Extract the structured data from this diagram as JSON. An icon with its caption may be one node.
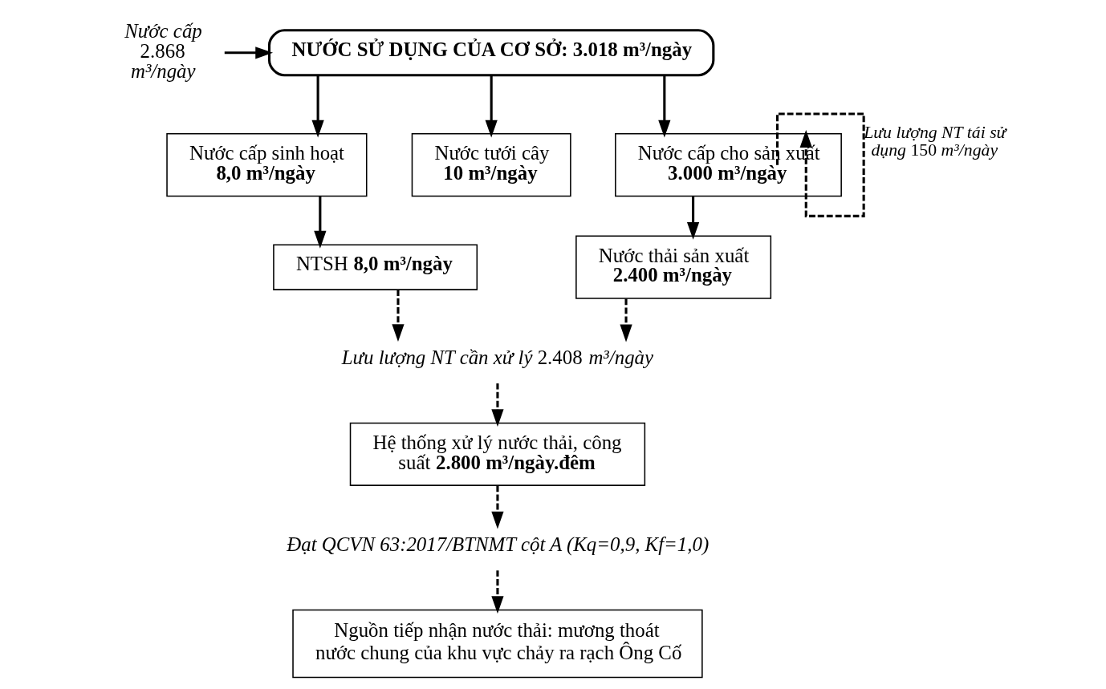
{
  "diagram": {
    "nodes": [
      {
        "text": [
          "*Nước cấp* 2.868 *m³/ngày*"
        ]
      },
      {
        "text": [
          "**NƯỚC SỬ DỤNG CỦA CƠ SỞ: 3.018 m³/ngày**"
        ]
      },
      {
        "text": [
          "Nước cấp sinh hoạt",
          "**8,0 m³/ngày**"
        ]
      },
      {
        "text": [
          "Nước tưới cây",
          "**10 m³/ngày**"
        ]
      },
      {
        "text": [
          "Nước cấp cho sản xuất",
          "**3.000 m³/ngày**"
        ]
      },
      {
        "text": [
          "NTSH **8,0 m³/ngày**"
        ]
      },
      {
        "text": [
          "Nước thải sản xuất",
          "**2.400 m³/ngày**"
        ]
      },
      {
        "text": [
          "*Lưu lượng NT cần xử lý* 2.408 *m³/ngày*"
        ]
      },
      {
        "text": [
          "Hệ thống xử lý nước thải, công suất **2.800 m³/ngày.đêm**"
        ]
      },
      {
        "text": [
          "Đạt QCVN 63:2017/BTNMT cột A (Kq=0,9, Kf=1,0)"
        ]
      },
      {
        "text": [
          "Nguồn tiếp nhận nước thải: mương thoát nước chung của khu vực chảy ra rạch Ông Cố"
        ]
      }
    ],
    "edges": [
      {
        "from": 0,
        "to": 1,
        "arrow": "to"
      },
      {
        "from": 1,
        "to": 2,
        "arrow": "to"
      },
      {
        "from": 1,
        "to": 3,
        "arrow": "to"
      },
      {
        "from": 1,
        "to": 4,
        "arrow": "to"
      },
      {
        "from": 4,
        "to": 4,
        "arrow": "to",
        "style": "dashed",
        "label": "*Lưu lượng NT tái sử dụng* 150 *m³/ngày*"
      },
      {
        "from": 2,
        "to": 5,
        "arrow": "to"
      },
      {
        "from": 4,
        "to": 6,
        "arrow": "to"
      },
      {
        "from": 5,
        "to": 7,
        "arrow": "to",
        "style": "dashed"
      },
      {
        "from": 6,
        "to": 7,
        "arrow": "to",
        "style": "dashed"
      },
      {
        "from": 7,
        "to": 8,
        "arrow": "to",
        "style": "dashed"
      },
      {
        "from": 8,
        "to": 9,
        "arrow": "to",
        "style": "dashed"
      },
      {
        "from": 9,
        "to": 10,
        "arrow": "to",
        "style": "dashed"
      }
    ]
  }
}
